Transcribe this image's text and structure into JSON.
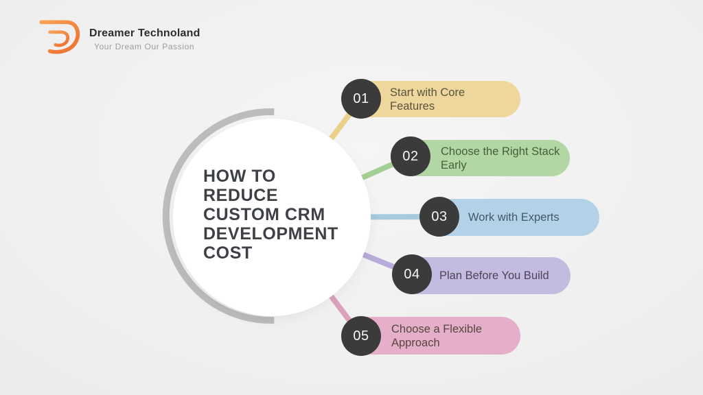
{
  "brand": {
    "name": "Dreamer Technoland",
    "tagline": "Your Dream Our Passion",
    "logo_gradient_start": "#f8a257",
    "logo_gradient_end": "#ee6d2d"
  },
  "center": {
    "title": "HOW TO REDUCE CUSTOM CRM DEVELOPMENT COST",
    "title_lines": [
      "HOW TO",
      "REDUCE",
      "CUSTOM CRM",
      "DEVELOPMENT",
      "COST"
    ],
    "circle_color": "#ffffff",
    "arc_color": "#bcbcbc",
    "title_color": "#3d4045"
  },
  "items": [
    {
      "number": "01",
      "label": "Start with Core Features",
      "label_lines": [
        "Start with Core",
        "Features"
      ],
      "pill_color": "#eed79d",
      "text_color": "#5b533d",
      "line_color": "#ead089"
    },
    {
      "number": "02",
      "label": "Choose the Right Stack Early",
      "label_lines": [
        "Choose the Right Stack",
        "Early"
      ],
      "pill_color": "#b3d7a4",
      "text_color": "#42603a",
      "line_color": "#a4cf94"
    },
    {
      "number": "03",
      "label": "Work with Experts",
      "label_lines": [
        "Work with Experts"
      ],
      "pill_color": "#b4d2e7",
      "text_color": "#41566b",
      "line_color": "#a8cade"
    },
    {
      "number": "04",
      "label": "Plan Before You Build",
      "label_lines": [
        "Plan Before You Build"
      ],
      "pill_color": "#c4bbe1",
      "text_color": "#4b4557",
      "line_color": "#b7abd8"
    },
    {
      "number": "05",
      "label": "Choose a Flexible Approach",
      "label_lines": [
        "Choose a Flexible",
        "Approach"
      ],
      "pill_color": "#e6afc9",
      "text_color": "#55463f",
      "line_color": "#dda0bd"
    }
  ],
  "colors": {
    "badge_bg": "#3b3b3b",
    "badge_text": "#f7f7f7",
    "background": "#eeeeee"
  }
}
